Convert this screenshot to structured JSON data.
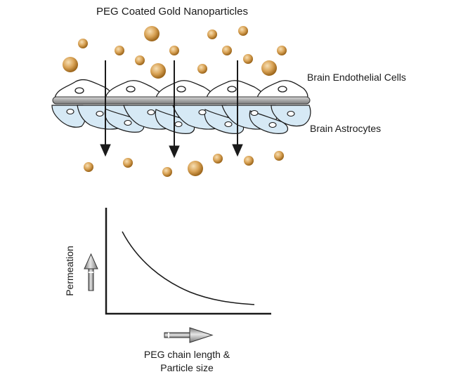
{
  "top": {
    "title": "PEG Coated Gold Nanoparticles",
    "endothelial_label": "Brain Endothelial Cells",
    "astrocyte_label": "Brain Astrocytes"
  },
  "graph": {
    "ylabel": "Permeation",
    "xlabel_line1": "PEG chain length &",
    "xlabel_line2": "Particle size"
  },
  "colors": {
    "gold": "#c8872a",
    "endothelial_fill": "#ffffff",
    "astrocyte_fill": "#d6e9f5",
    "membrane": "#9c9c9c",
    "arrow_fill": "#a9a9a9"
  }
}
